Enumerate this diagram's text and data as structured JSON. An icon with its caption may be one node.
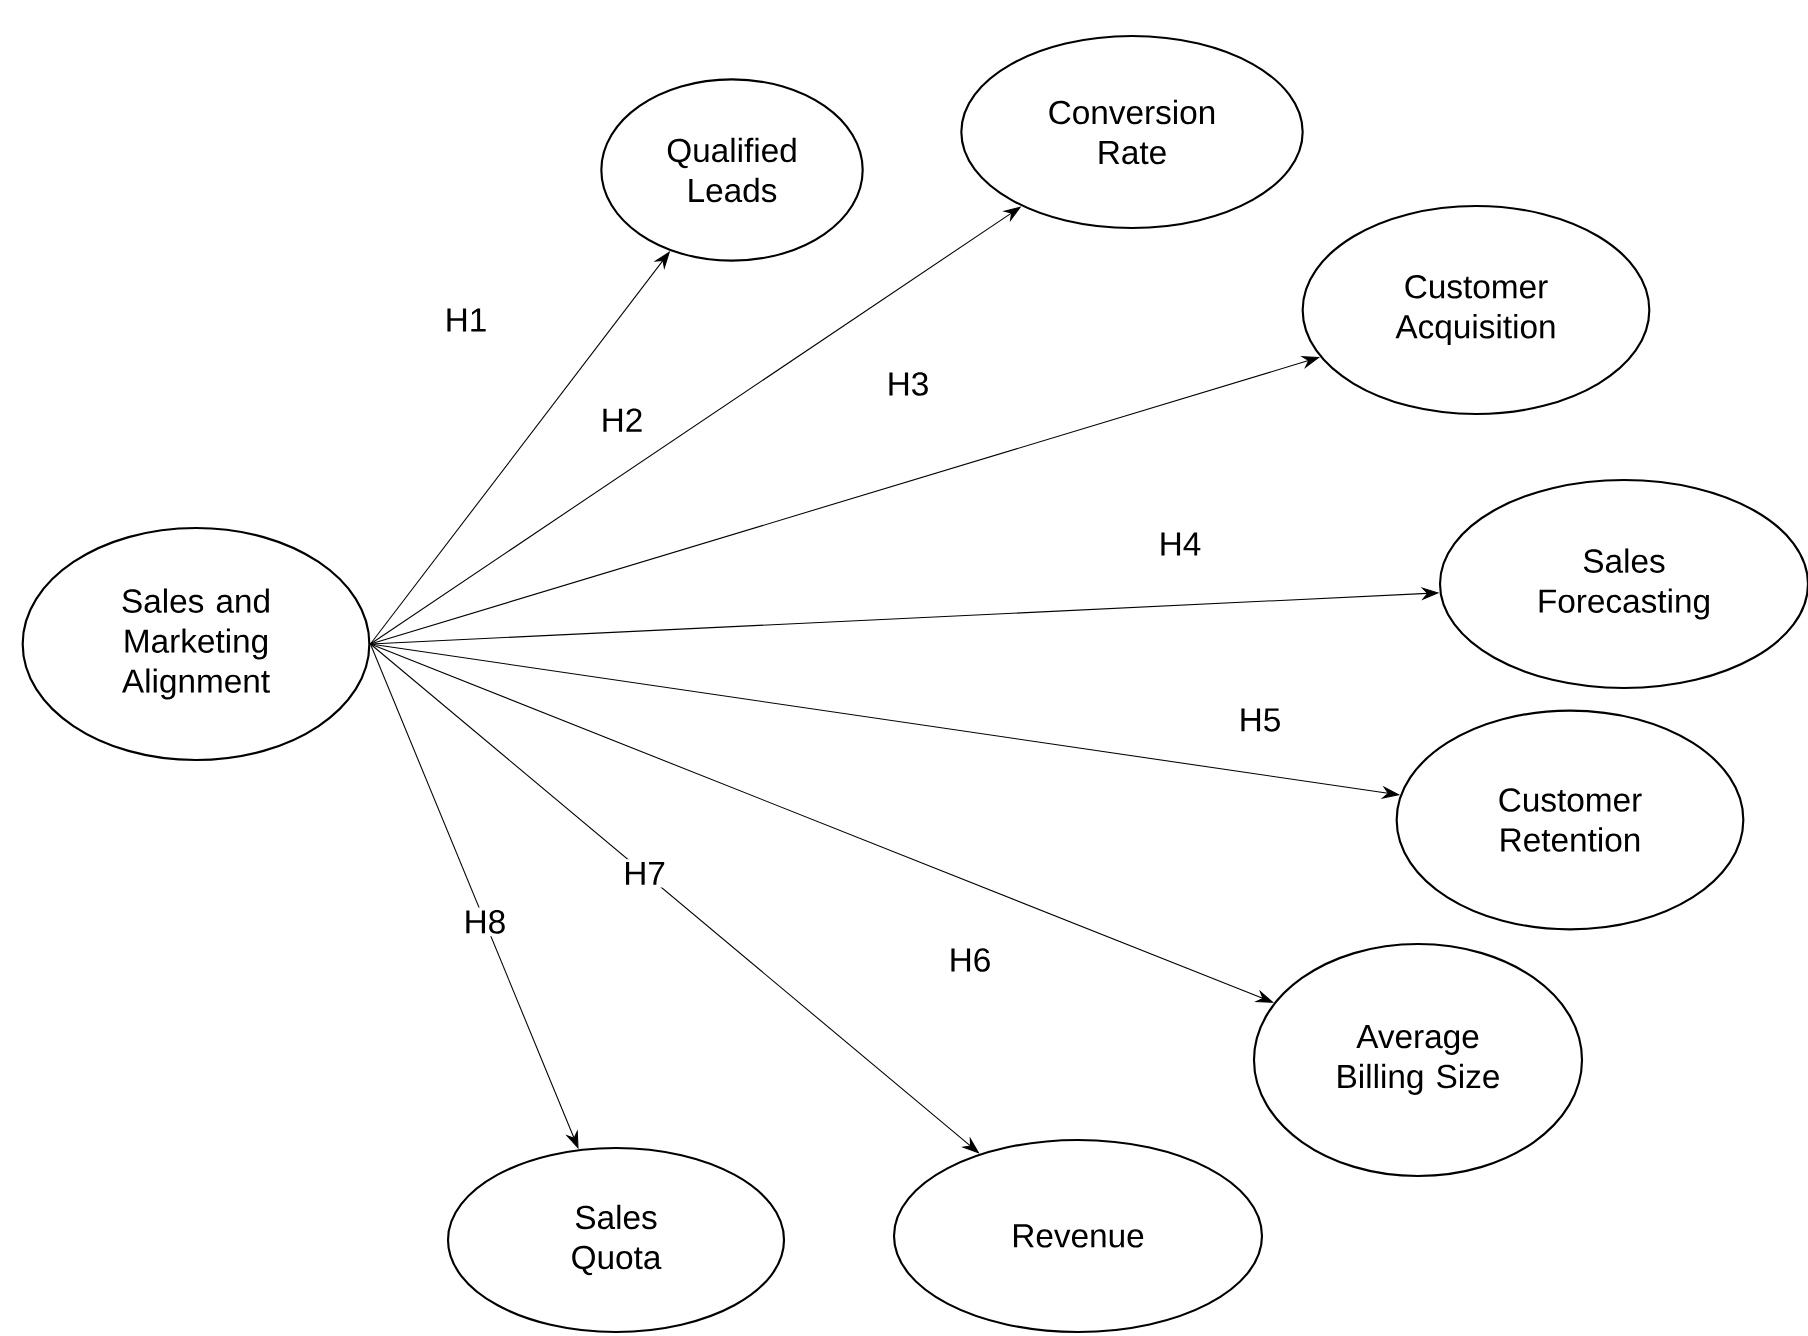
{
  "diagram": {
    "nodes": [
      {
        "text": [
          "Sales and Marketing Alignment"
        ]
      },
      {
        "text": [
          "Qualified Leads"
        ]
      },
      {
        "text": [
          "Conversion Rate"
        ]
      },
      {
        "text": [
          "Customer Acquisition"
        ]
      },
      {
        "text": [
          "Sales Forecasting"
        ]
      },
      {
        "text": [
          "Customer Retention"
        ]
      },
      {
        "text": [
          "Average Billing Size"
        ]
      },
      {
        "text": [
          "Sales Quota"
        ]
      },
      {
        "text": [
          "Revenue"
        ]
      }
    ],
    "edges": [
      {
        "from": 0,
        "to": 1,
        "arrow": "to",
        "label": "H1"
      },
      {
        "from": 0,
        "to": 2,
        "arrow": "to",
        "label": "H2"
      },
      {
        "from": 0,
        "to": 3,
        "arrow": "to",
        "label": "H3"
      },
      {
        "from": 0,
        "to": 4,
        "arrow": "to",
        "label": "H4"
      },
      {
        "from": 0,
        "to": 5,
        "arrow": "to",
        "label": "H5"
      },
      {
        "from": 0,
        "to": 6,
        "arrow": "to",
        "label": "H6"
      },
      {
        "from": 0,
        "to": 8,
        "arrow": "to",
        "label": "H7"
      },
      {
        "from": 0,
        "to": 7,
        "arrow": "to",
        "label": "H8"
      }
    ]
  }
}
